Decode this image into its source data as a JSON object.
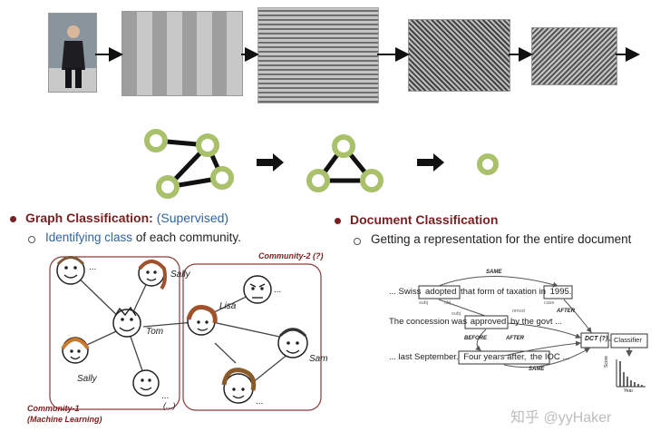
{
  "graph_section": {
    "title": "Graph Classification:",
    "qualifier": "(Supervised)",
    "sub_blue": "Identifying class",
    "sub_rest": " of each community."
  },
  "doc_section": {
    "title": "Document Classification",
    "sub": "Getting a representation for the entire document"
  },
  "communities": {
    "community1_line1": "Community-1",
    "community1_line2": "(Machine Learning)",
    "community2": "Community-2 (?)",
    "names": {
      "sally_top": "Sally",
      "tom": "Tom",
      "sally_bottom": "Sally",
      "lisa": "Lisa",
      "sam": "Sam",
      "ellipsis": "...",
      "paren_ellipsis": "(...)"
    }
  },
  "document": {
    "line1_pre": "... Swiss",
    "line1_word": "adopted",
    "line1_mid": "that form of taxation in",
    "line1_year": "1995.",
    "line2_pre": "The concession was",
    "line2_word": "approved",
    "line2_post": "by the govt ...",
    "line3_pre": "... last September.",
    "line3_box": "Four years after,",
    "line3_post": "the IOC ...",
    "dct": "DCT (?)",
    "classifier": "Classifier",
    "same_top": "SAME",
    "same_bottom": "SAME",
    "after_1": "AFTER",
    "after_2": "AFTER",
    "before": "BEFORE",
    "subj1": "subj",
    "obj": "obj",
    "subj2": "subj",
    "case": "case",
    "nmod": "nmod",
    "score": "Score",
    "year": "Year"
  },
  "watermark": "知乎 @yyHaker",
  "colors": {
    "node_ring": "#a9c16a",
    "accent_red": "#7a1f1f",
    "blue_text": "#2f63a5"
  }
}
